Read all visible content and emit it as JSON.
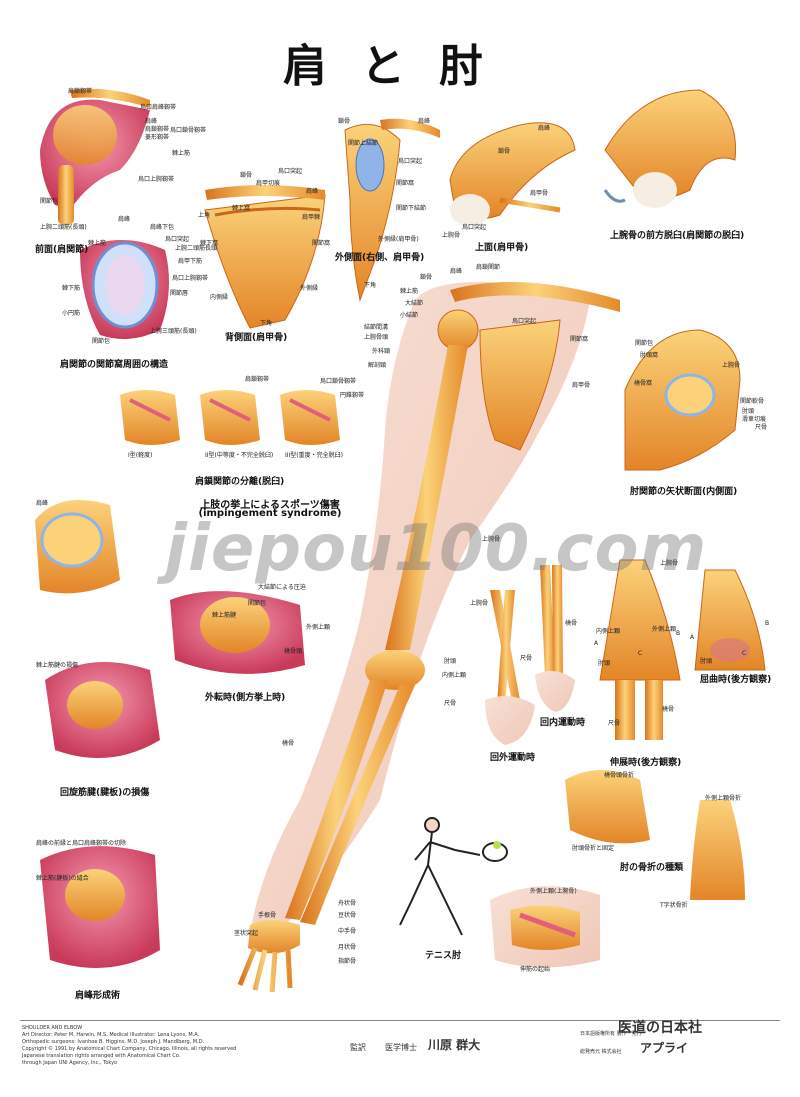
{
  "poster": {
    "title": "肩と肘",
    "watermark": "jiepou100.com"
  },
  "sections": {
    "front_shoulder": {
      "caption": "前面(肩関節)",
      "labels": [
        "肩鎖靱帯",
        "烏口肩峰靱帯",
        "肩峰",
        "肩鎖靱帯",
        "菱形靱帯",
        "烏口鎖骨靱帯",
        "棘上筋",
        "烏口上腕靱帯",
        "関節包",
        "上腕二頭筋(長頭)"
      ]
    },
    "glenoid": {
      "caption": "肩関節の関節窩周囲の構造",
      "labels": [
        "肩峰",
        "肩峰下包",
        "烏口突起",
        "上腕二頭筋長頭",
        "肩甲下筋",
        "棘上筋",
        "棘下筋",
        "関節唇",
        "小円筋",
        "上腕三頭筋(長頭)",
        "関節包",
        "烏口上腕靱帯"
      ]
    },
    "scapula_back": {
      "caption": "背側面(肩甲骨)",
      "labels": [
        "鎖骨",
        "肩甲切痕",
        "烏口突起",
        "肩峰",
        "棘上窩",
        "肩甲棘",
        "上角",
        "棘下窩",
        "内側縁",
        "下角",
        "外側縁",
        "関節窩"
      ]
    },
    "scapula_lateral": {
      "caption": "外側面(右側、肩甲骨)",
      "labels": [
        "鎖骨",
        "肩峰",
        "関節上結節",
        "関節窩",
        "関節下結節",
        "外側縁(肩甲骨)",
        "下角",
        "烏口突起"
      ]
    },
    "scapula_top": {
      "caption": "上面(肩甲骨)",
      "labels": [
        "肩峰",
        "鎖骨",
        "肩甲骨",
        "烏口突起",
        "上腕骨"
      ]
    },
    "dislocation": {
      "caption": "上腕骨の前方脱臼(肩関節の脱臼)"
    },
    "separation": {
      "caption": "肩鎖関節の分離(脱臼)",
      "labels": [
        "I型(軽度)",
        "II型(中等度・不完全脱臼)",
        "III型(重度・完全脱臼)",
        "肩鎖靱帯",
        "烏口鎖骨靱帯",
        "円錐靱帯"
      ]
    },
    "impingement": {
      "caption": "上肢の挙上によるスポーツ傷害",
      "caption_en": "(impingement syndrome)"
    },
    "main_arm": {
      "labels": [
        "鎖骨",
        "肩峰",
        "肩鎖関節",
        "棘上筋",
        "大結節",
        "小結節",
        "結節間溝",
        "上腕骨頭",
        "外科頸",
        "解剖頸",
        "烏口突起",
        "関節窩",
        "肩甲骨",
        "上腕骨",
        "外側上顆",
        "内側上顆",
        "橈骨頭",
        "尺骨",
        "橈骨",
        "肘頭",
        "手根骨",
        "中手骨",
        "指節骨",
        "茎状突起",
        "豆状骨",
        "舟状骨",
        "月状骨"
      ]
    },
    "rotator_cuff": {
      "caption": "回旋筋腱(腱板)の損傷",
      "labels": [
        "棘上筋腱の損傷",
        "肩峰"
      ]
    },
    "acromioplasty": {
      "caption": "肩峰形成術",
      "labels": [
        "肩峰の前縁と烏口肩峰靱帯の切除",
        "棘上筋(腱板)の縫合"
      ]
    },
    "lateral_rotation": {
      "caption": "外転時(側方挙上時)",
      "labels": [
        "大結節による圧迫",
        "関節包",
        "棘上筋腱"
      ]
    },
    "forearm_rotation": {
      "pronation": "回外運動時",
      "supination": "回内運動時",
      "labels": [
        "上腕骨",
        "橈骨",
        "尺骨"
      ]
    },
    "elbow_sagittal": {
      "caption": "肘関節の矢状断面(内側面)",
      "labels": [
        "関節包",
        "肘頭窩",
        "上腕骨",
        "橈骨窩",
        "関節軟骨",
        "肘頭",
        "尺骨",
        "滑車切痕"
      ]
    },
    "elbow_extension": {
      "caption": "伸展時(後方観察)",
      "labels": [
        "上腕骨",
        "内側上顆",
        "外側上顆",
        "肘頭",
        "尺骨",
        "橈骨",
        "A",
        "B",
        "C"
      ]
    },
    "elbow_flexion": {
      "caption": "屈曲時(後方観察)",
      "labels": [
        "肘頭",
        "A",
        "B",
        "C"
      ]
    },
    "fractures": {
      "caption": "肘の骨折の種類",
      "labels": [
        "橈骨頭骨折",
        "肘頭骨折と固定",
        "外側上顆骨折",
        "T字状骨折"
      ]
    },
    "tennis_elbow": {
      "caption": "テニス肘",
      "labels": [
        "外側上顆(上腕骨)",
        "伸筋の起始"
      ]
    }
  },
  "footer": {
    "credits": [
      "SHOULDER AND ELBOW",
      "Art Director: Peter M. Harwin, M.S.   Medical Illustrator: Lena Lyons, M.A.",
      "Orthopedic surgeons: Ivanhoe B. Higgins, M.D.   Joseph J. Mandlberg, M.D.",
      "Copyright © 1991 by Anatomical Chart Company, Chicago, Illinois, all rights reserved",
      "Japanese translation rights arranged with Anatomical Chart Co.",
      "through Japan UNI Agency, Inc., Tokyo"
    ],
    "supervisor_label": "監訳",
    "supervisor_title": "医学博士",
    "supervisor_name": "川原 群大",
    "publisher_line": "日本語版権所有 製作・発行",
    "publisher_name": "医道の日本社",
    "distributor_line": "総発売元 株式会社",
    "distributor_name": "アプライ"
  },
  "colors": {
    "bone": "#f5a83a",
    "bone_light": "#fbd27a",
    "bone_dark": "#d9731c",
    "muscle": "#e0607a",
    "skin": "#f6d6c8",
    "cartilage": "#8fb4e8"
  }
}
